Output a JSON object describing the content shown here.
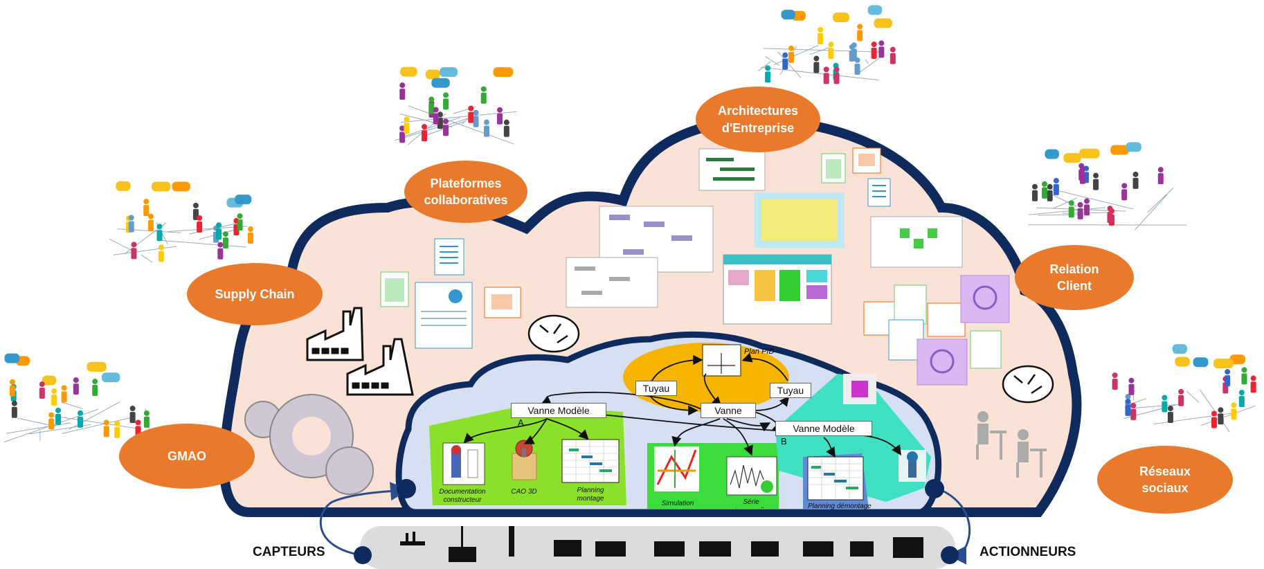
{
  "bubbles": {
    "architectures": "Architectures\nd'Entreprise",
    "plateformes": "Plateformes\ncollaboratives",
    "supply_chain": "Supply Chain",
    "relation_client": "Relation\nClient",
    "gmao": "GMAO",
    "reseaux": "Réseaux\nsociaux"
  },
  "graph": {
    "vanne_a": "Vanne Modèle",
    "vanne_a_suffix": "A",
    "vanne_b": "Vanne Modèle",
    "vanne_b_suffix": "B",
    "vanne": "Vanne",
    "tuyau_left": "Tuyau",
    "tuyau_right": "Tuyau",
    "plan_pid": "Plan PID",
    "doc_constructeur": "Documentation\nconstructeur",
    "cao_3d": "CAO 3D",
    "planning_montage": "Planning\nmontage",
    "simulation": "Simulation",
    "serie_temporelle": "Série\ntemporelle",
    "planning_demontage": "Planning démontage"
  },
  "bottom": {
    "capteurs": "CAPTEURS",
    "actionneurs": "ACTIONNEURS"
  },
  "colors": {
    "orange": "#e97a2c",
    "cloud_border": "#0f2a5c",
    "cloud_fill": "#fae3d6",
    "inner_fill": "#d6e0f2",
    "green": "#8be02a",
    "yellow": "#f5b400",
    "teal": "#3fe0c0",
    "blue_panel": "#5f8ad6"
  }
}
